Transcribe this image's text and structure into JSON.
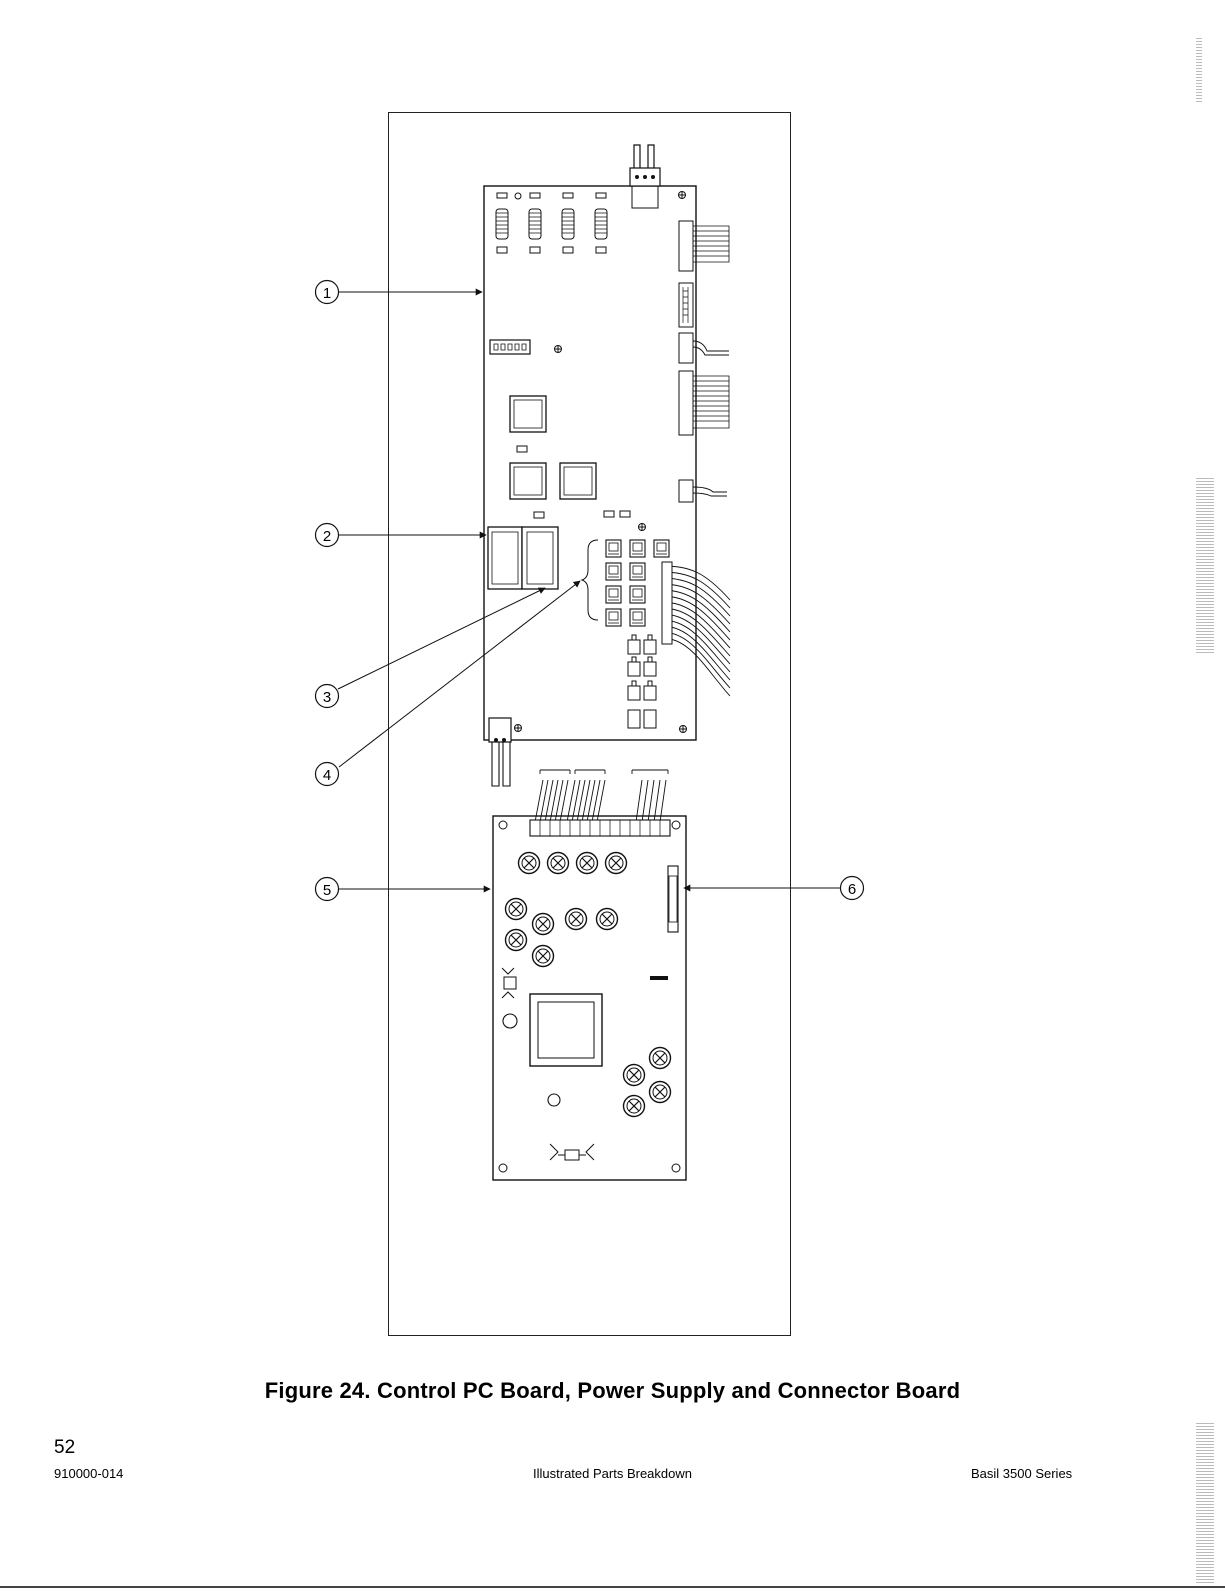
{
  "figure": {
    "caption": "Figure 24.  Control PC Board, Power Supply and Connector Board",
    "callouts": [
      "1",
      "2",
      "3",
      "4",
      "5",
      "6"
    ]
  },
  "footer": {
    "page_number": "52",
    "document_number": "910000-014",
    "section": "Illustrated Parts Breakdown",
    "product": "Basil 3500 Series"
  }
}
